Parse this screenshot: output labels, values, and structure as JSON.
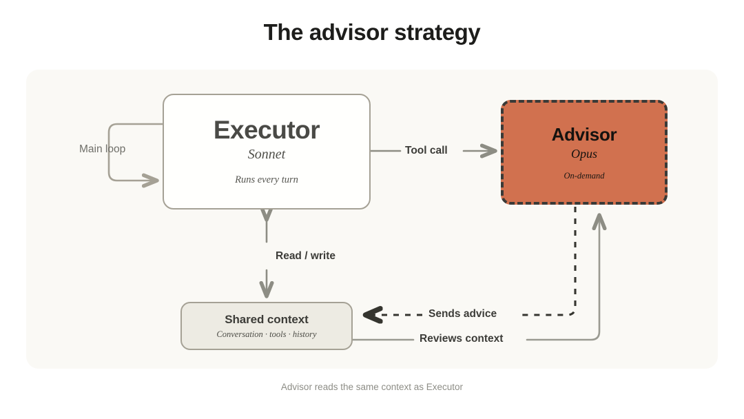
{
  "page": {
    "title": "The advisor strategy",
    "caption": "Advisor reads the same context as Executor",
    "background": "#ffffff",
    "panel_color": "#faf9f5"
  },
  "diagram": {
    "type": "flow-diagram",
    "nodes": [
      {
        "id": "executor",
        "title": "Executor",
        "subtitle": "Sonnet",
        "note": "Runs every turn",
        "fill": "#fffffd",
        "border_color": "#a5a195",
        "border_style": "solid"
      },
      {
        "id": "advisor",
        "title": "Advisor",
        "subtitle": "Opus",
        "note": "On-demand",
        "fill": "#d1714f",
        "border_color": "#3a3a37",
        "border_style": "dashed"
      },
      {
        "id": "shared-context",
        "title": "Shared context",
        "subtitle": "Conversation · tools · history",
        "fill": "#edebe3",
        "border_color": "#a5a195",
        "border_style": "solid"
      }
    ],
    "edges": [
      {
        "id": "main-loop",
        "label": "Main loop",
        "from": "executor",
        "to": "executor",
        "style": "solid",
        "color": "#a5a195"
      },
      {
        "id": "tool-call",
        "label": "Tool call",
        "from": "executor",
        "to": "advisor",
        "style": "solid",
        "color": "#8d8d84"
      },
      {
        "id": "read-write",
        "label": "Read / write",
        "from": "executor",
        "to": "shared-context",
        "style": "solid-bidirectional",
        "color": "#8d8d84"
      },
      {
        "id": "sends-advice",
        "label": "Sends advice",
        "from": "advisor",
        "to": "shared-context",
        "style": "dashed",
        "color": "#35352f"
      },
      {
        "id": "reviews-context",
        "label": "Reviews context",
        "from": "shared-context",
        "to": "advisor",
        "style": "solid",
        "color": "#9a9a91"
      }
    ]
  }
}
